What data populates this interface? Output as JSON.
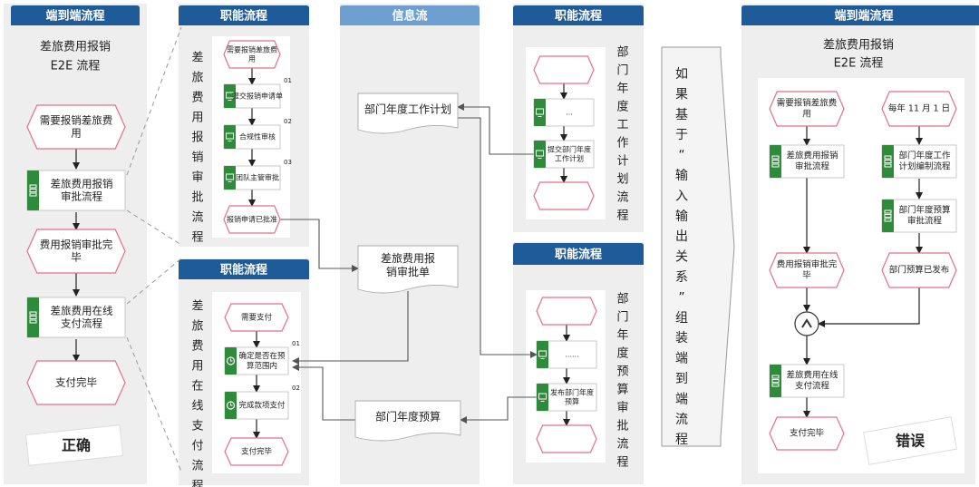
{
  "colors": {
    "header_blue": "#1f5a99",
    "info_header": "#6d9fd1",
    "panel_bg": "#eeeeee",
    "shape_border": "#e46f8d",
    "icon_green": "#2e8b3a",
    "red_text": "#d6141b"
  },
  "panels": {
    "e2e_left": {
      "header": "端到端流程",
      "title_line1": "差旅费用报销",
      "title_line2": "E2E 流程",
      "nodes": [
        {
          "text": [
            "需要报销差旅费",
            "用"
          ],
          "shape": "event"
        },
        {
          "text": [
            "差旅费用报销",
            "审批流程"
          ],
          "shape": "process"
        },
        {
          "text": [
            "费用报销审批完",
            "毕"
          ],
          "shape": "event"
        },
        {
          "text": [
            "差旅费用在线",
            "支付流程"
          ],
          "shape": "process"
        },
        {
          "text": [
            "支付完毕"
          ],
          "shape": "event"
        }
      ],
      "stamp": "正确"
    },
    "func_approval": {
      "header": "职能流程",
      "vertical_title": "差旅费用报销审批流程",
      "nodes": [
        {
          "text": [
            "需要报销差旅费",
            "用"
          ],
          "shape": "event",
          "num": ""
        },
        {
          "text": [
            "提交报销申请单"
          ],
          "shape": "task",
          "num": "01"
        },
        {
          "text": [
            "合规性审核"
          ],
          "shape": "task",
          "num": "02"
        },
        {
          "text": [
            "团队主管审批"
          ],
          "shape": "task",
          "num": "03"
        },
        {
          "text": [
            "报销申请已批准"
          ],
          "shape": "event",
          "num": ""
        }
      ]
    },
    "func_payment": {
      "header": "职能流程",
      "vertical_title": "差旅费用在线支付流程",
      "nodes": [
        {
          "text": [
            "需要支付"
          ],
          "shape": "event",
          "num": ""
        },
        {
          "text": [
            "确定是否在预",
            "算范围内"
          ],
          "shape": "task",
          "num": "01"
        },
        {
          "text": [
            "完成款项支付"
          ],
          "shape": "task",
          "num": "02"
        },
        {
          "text": [
            "支付完毕"
          ],
          "shape": "event",
          "num": ""
        }
      ]
    },
    "info_flow": {
      "header": "信息流",
      "docs": [
        {
          "text": [
            "部门年度工作计划"
          ]
        },
        {
          "text": [
            "差旅费用报",
            "销审批单"
          ]
        },
        {
          "text": [
            "部门年度预算"
          ]
        }
      ]
    },
    "func_plan": {
      "header": "职能流程",
      "vertical_title": "部门年度工作计划流程",
      "nodes": [
        {
          "text": [
            ""
          ],
          "shape": "event"
        },
        {
          "text": [
            "..."
          ],
          "shape": "task"
        },
        {
          "text": [
            "提交部门年度",
            "工作计划"
          ],
          "shape": "task"
        },
        {
          "text": [
            ""
          ],
          "shape": "event"
        }
      ]
    },
    "func_budget": {
      "header": "职能流程",
      "vertical_title": "部门年度预算审批流程",
      "nodes": [
        {
          "text": [
            ""
          ],
          "shape": "event"
        },
        {
          "text": [
            "......"
          ],
          "shape": "task"
        },
        {
          "text": [
            "发布部门年度",
            "预算"
          ],
          "shape": "task"
        },
        {
          "text": [
            ""
          ],
          "shape": "event"
        }
      ]
    },
    "middle_arrow": {
      "text": "如果基于“输入输出关系”组装端到端流程"
    },
    "e2e_right": {
      "header": "端到端流程",
      "title_line1": "差旅费用报销",
      "title_line2": "E2E 流程",
      "left_nodes": [
        {
          "text": [
            "需要报销差旅费",
            "用"
          ],
          "shape": "event"
        },
        {
          "text": [
            "差旅费用报销",
            "审批流程"
          ],
          "shape": "process"
        },
        {
          "text": [
            "费用报销审批完",
            "毕"
          ],
          "shape": "event"
        }
      ],
      "right_nodes": [
        {
          "text": [
            "每年 11 月 1 日"
          ],
          "shape": "event"
        },
        {
          "text": [
            "部门年度工作",
            "计划编制流程"
          ],
          "shape": "process"
        },
        {
          "text": [
            "部门年度预算",
            "审批流程"
          ],
          "shape": "process"
        },
        {
          "text": [
            "部门预算已发布"
          ],
          "shape": "event"
        }
      ],
      "after_nodes": [
        {
          "text": [
            "差旅费用在线",
            "支付流程"
          ],
          "shape": "process"
        },
        {
          "text": [
            "支付完毕"
          ],
          "shape": "event"
        }
      ],
      "stamp": "错误"
    }
  }
}
